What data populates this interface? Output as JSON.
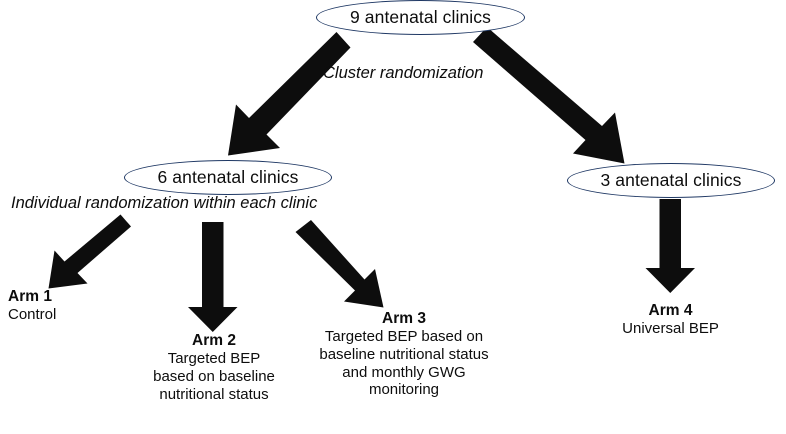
{
  "figure": {
    "type": "flowchart",
    "title": "Cluster and individual randomization trial design",
    "colors": {
      "node_stroke": "#1f3864",
      "arrow_fill": "#0d0d0d",
      "text": "#0d0d0d",
      "background": "#ffffff"
    }
  },
  "nodes": [
    {
      "id": "top",
      "label": "9 antenatal clinics"
    },
    {
      "id": "left",
      "label": "6 antenatal clinics"
    },
    {
      "id": "right",
      "label": "3 antenatal clinics"
    }
  ],
  "edge_labels": [
    {
      "id": "cluster",
      "label": "Cluster randomization"
    },
    {
      "id": "individual",
      "label": "Individual randomization within each clinic"
    }
  ],
  "arms": [
    {
      "id": "arm1",
      "title": "Arm 1",
      "lines": [
        "Control"
      ]
    },
    {
      "id": "arm2",
      "title": "Arm 2",
      "lines": [
        "Targeted BEP",
        "based on baseline",
        "nutritional status"
      ]
    },
    {
      "id": "arm3",
      "title": "Arm 3",
      "lines": [
        "Targeted BEP based on",
        "baseline nutritional status",
        "and monthly GWG",
        "monitoring"
      ]
    },
    {
      "id": "arm4",
      "title": "Arm 4",
      "lines": [
        "Universal BEP"
      ]
    }
  ],
  "arrows": [
    {
      "id": "arrow-top-to-left",
      "from": "top",
      "to": "left",
      "direction": "down-left"
    },
    {
      "id": "arrow-top-to-right",
      "from": "top",
      "to": "right",
      "direction": "down-right"
    },
    {
      "id": "arrow-left-to-arm1",
      "from": "left",
      "to": "arm1",
      "direction": "down-left"
    },
    {
      "id": "arrow-left-to-arm2",
      "from": "left",
      "to": "arm2",
      "direction": "down"
    },
    {
      "id": "arrow-left-to-arm3",
      "from": "left",
      "to": "arm3",
      "direction": "down-right"
    },
    {
      "id": "arrow-right-to-arm4",
      "from": "right",
      "to": "arm4",
      "direction": "down"
    }
  ]
}
